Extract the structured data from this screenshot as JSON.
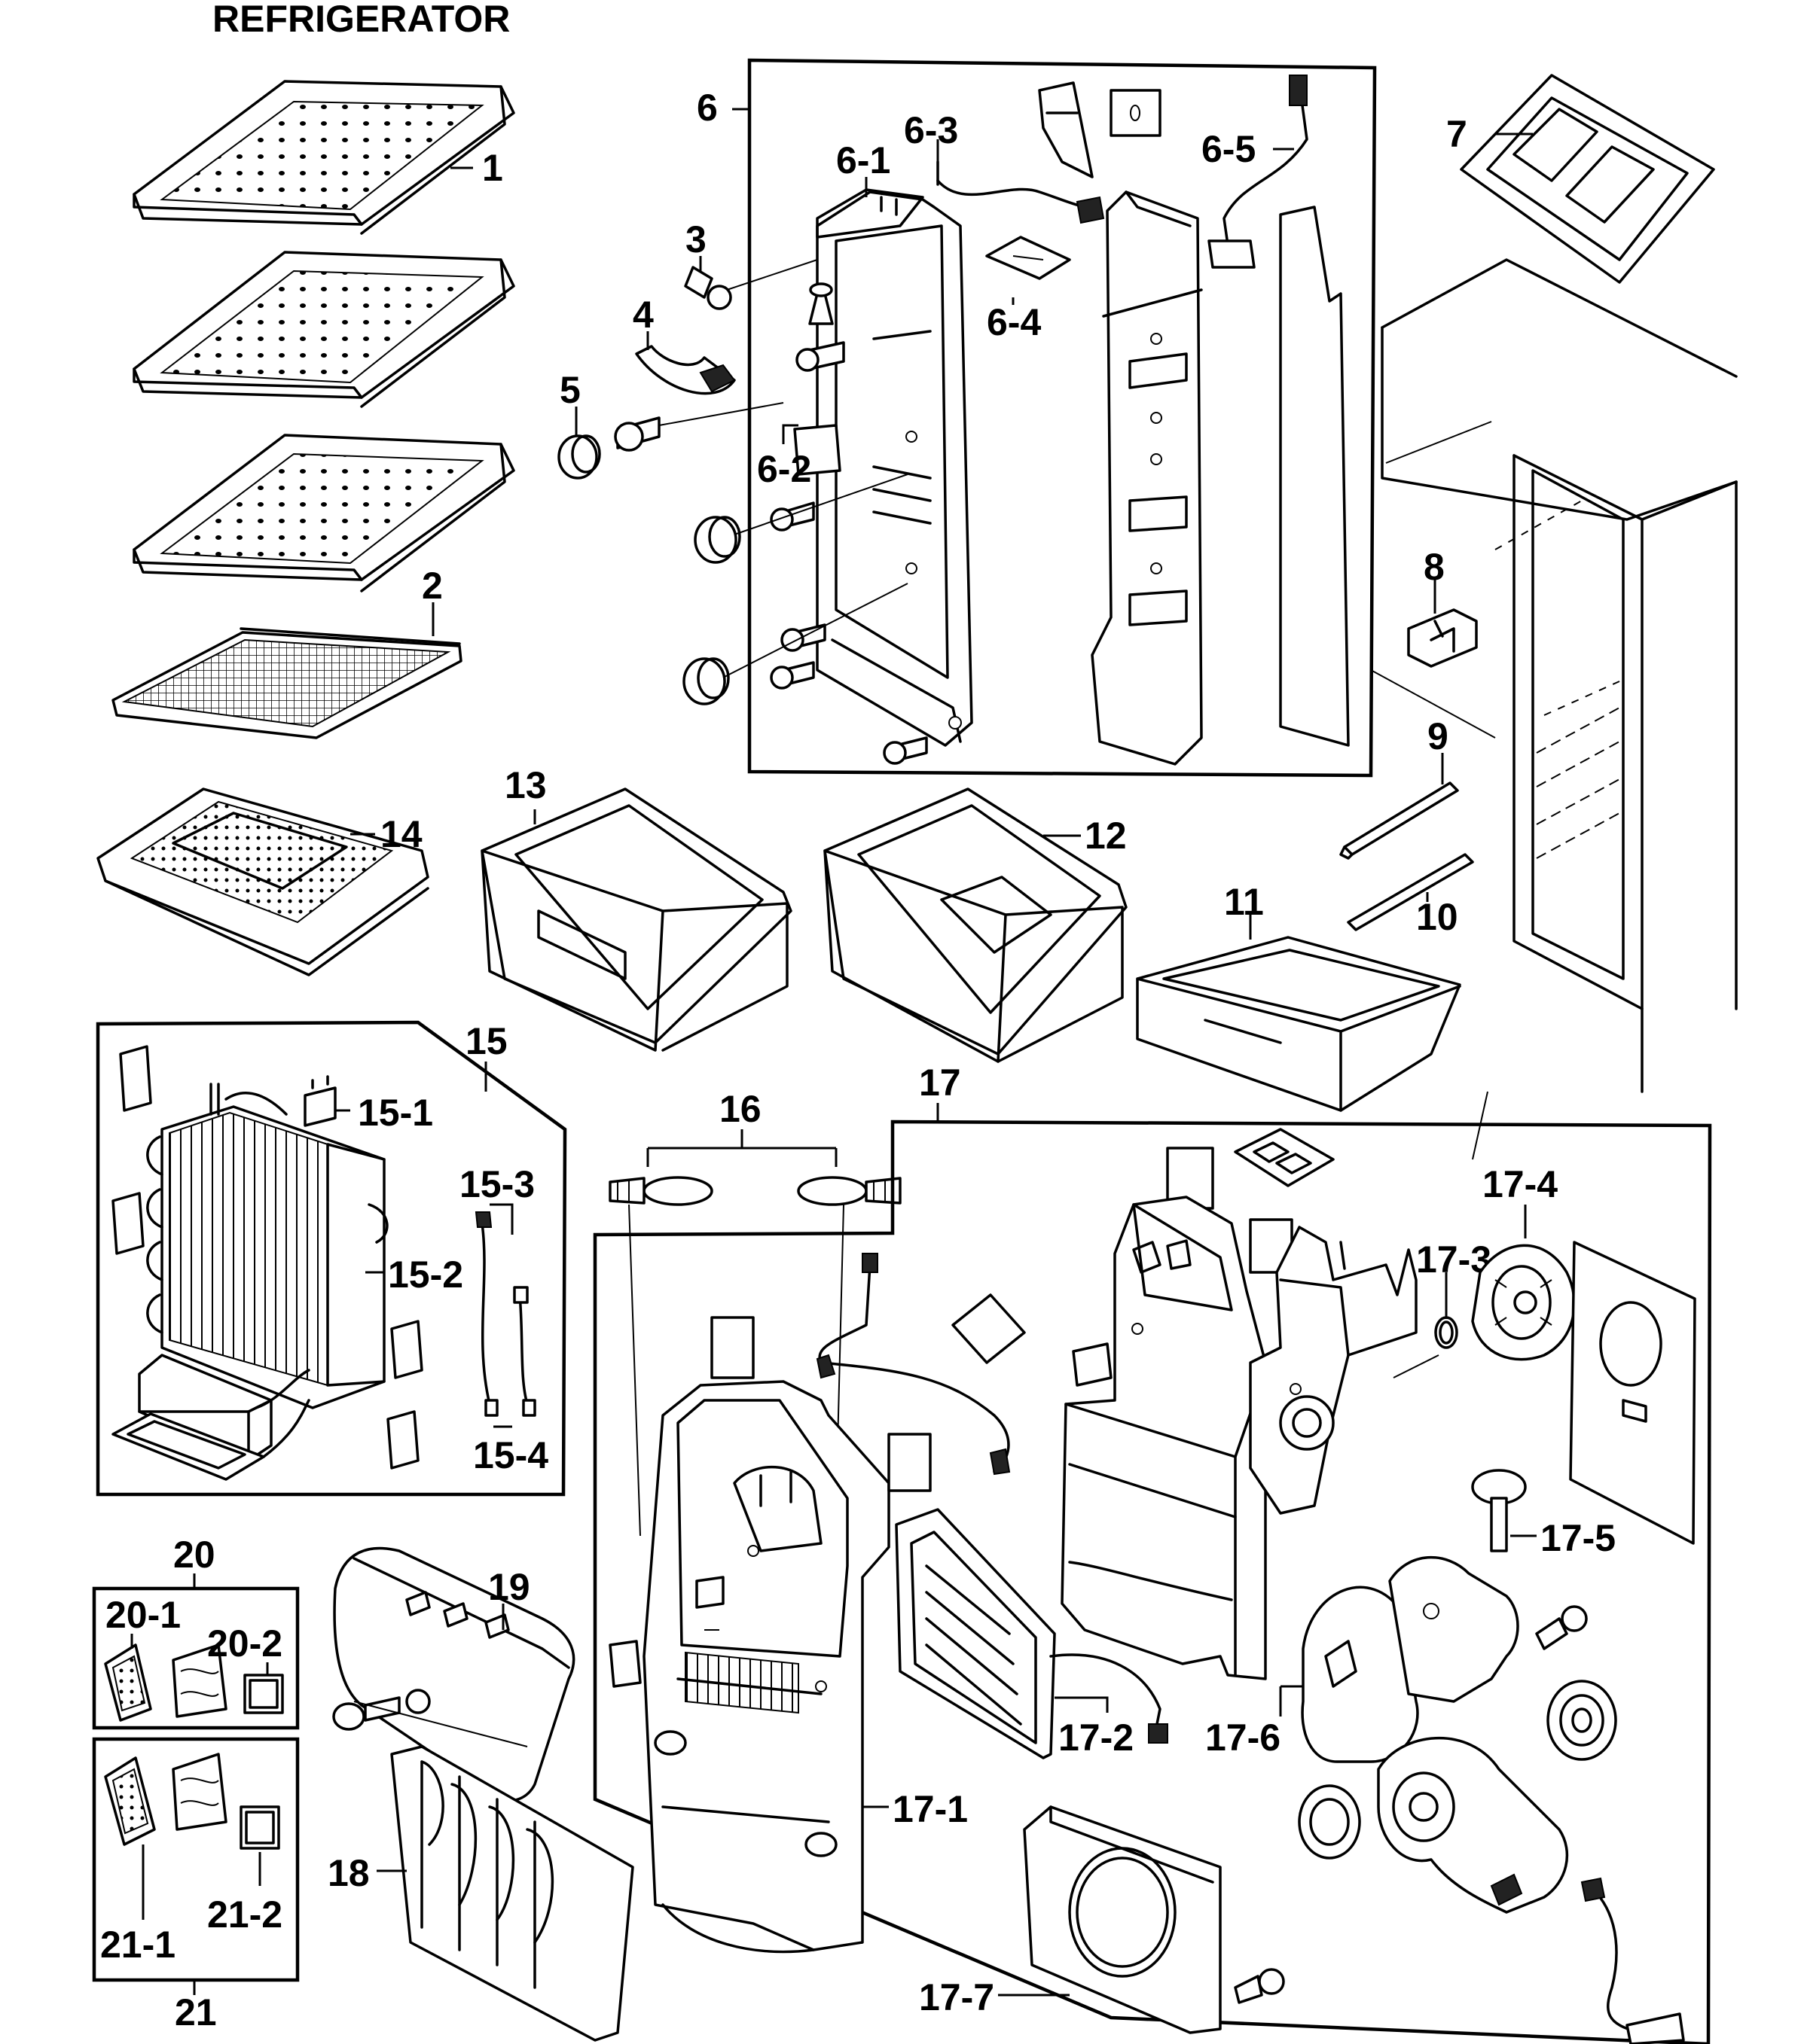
{
  "title": "REFRIGERATOR",
  "labels": {
    "l1": "1",
    "l2": "2",
    "l3": "3",
    "l4": "4",
    "l5": "5",
    "l6": "6",
    "l6_1": "6-1",
    "l6_2": "6-2",
    "l6_3": "6-3",
    "l6_4": "6-4",
    "l6_5": "6-5",
    "l7": "7",
    "l8": "8",
    "l9": "9",
    "l10": "10",
    "l11": "11",
    "l12": "12",
    "l13": "13",
    "l14": "14",
    "l15": "15",
    "l15_1": "15-1",
    "l15_2": "15-2",
    "l15_3": "15-3",
    "l15_4": "15-4",
    "l16": "16",
    "l17": "17",
    "l17_1": "17-1",
    "l17_2": "17-2",
    "l17_3": "17-3",
    "l17_4": "17-4",
    "l17_5": "17-5",
    "l17_6": "17-6",
    "l17_7": "17-7",
    "l18": "18",
    "l19": "19",
    "l20": "20",
    "l20_1": "20-1",
    "l20_2": "20-2",
    "l21": "21",
    "l21_1": "21-1",
    "l21_2": "21-2"
  }
}
